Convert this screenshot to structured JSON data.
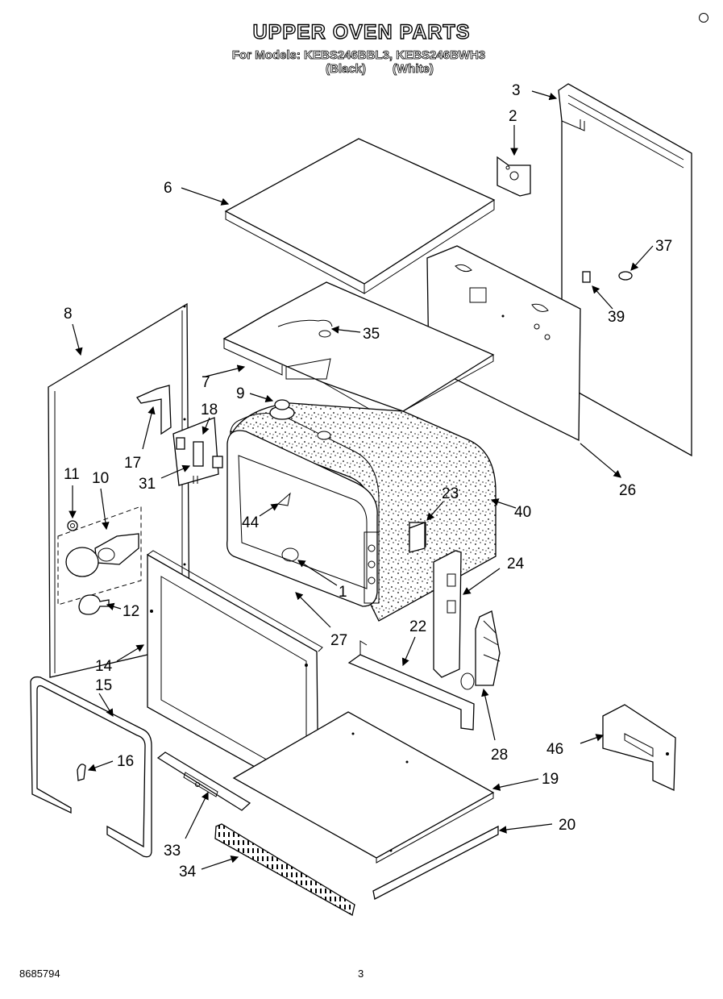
{
  "header": {
    "title": "UPPER OVEN PARTS",
    "models_line": "For Models: KEBS246BBL3, KEBS246BWH3",
    "variant_black": "(Black)",
    "variant_white": "(White)"
  },
  "footer": {
    "doc_number": "8685794",
    "page_number": "3"
  },
  "callouts": [
    "1",
    "2",
    "3",
    "6",
    "7",
    "8",
    "9",
    "10",
    "11",
    "12",
    "14",
    "15",
    "16",
    "17",
    "18",
    "19",
    "20",
    "22",
    "23",
    "24",
    "26",
    "27",
    "28",
    "31",
    "33",
    "34",
    "35",
    "37",
    "39",
    "40",
    "44",
    "46"
  ]
}
